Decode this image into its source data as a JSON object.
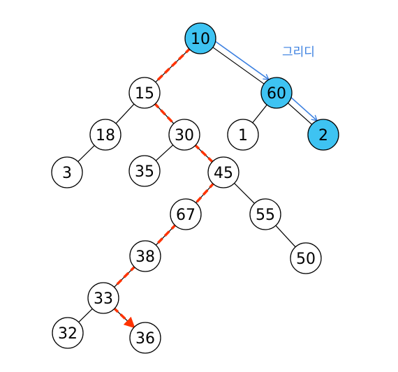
{
  "annotation": {
    "label": "그리디",
    "label_color": "#3a7fe0",
    "path_color": "#ff3300"
  },
  "colors": {
    "node_default": "#ffffff",
    "node_highlight": "#3ec3f2"
  },
  "nodes": [
    {
      "id": "n10",
      "label": "10",
      "highlight": true
    },
    {
      "id": "n15",
      "label": "15",
      "highlight": false
    },
    {
      "id": "n60",
      "label": "60",
      "highlight": true
    },
    {
      "id": "n18",
      "label": "18",
      "highlight": false
    },
    {
      "id": "n30",
      "label": "30",
      "highlight": false
    },
    {
      "id": "n1",
      "label": "1",
      "highlight": false
    },
    {
      "id": "n2",
      "label": "2",
      "highlight": true
    },
    {
      "id": "n3",
      "label": "3",
      "highlight": false
    },
    {
      "id": "n35",
      "label": "35",
      "highlight": false
    },
    {
      "id": "n45",
      "label": "45",
      "highlight": false
    },
    {
      "id": "n67",
      "label": "67",
      "highlight": false
    },
    {
      "id": "n55",
      "label": "55",
      "highlight": false
    },
    {
      "id": "n38",
      "label": "38",
      "highlight": false
    },
    {
      "id": "n50",
      "label": "50",
      "highlight": false
    },
    {
      "id": "n33",
      "label": "33",
      "highlight": false
    },
    {
      "id": "n32",
      "label": "32",
      "highlight": false
    },
    {
      "id": "n36",
      "label": "36",
      "highlight": false
    }
  ],
  "edges": [
    [
      "n10",
      "n15"
    ],
    [
      "n10",
      "n60"
    ],
    [
      "n15",
      "n18"
    ],
    [
      "n15",
      "n30"
    ],
    [
      "n60",
      "n1"
    ],
    [
      "n60",
      "n2"
    ],
    [
      "n18",
      "n3"
    ],
    [
      "n30",
      "n35"
    ],
    [
      "n30",
      "n45"
    ],
    [
      "n45",
      "n67"
    ],
    [
      "n45",
      "n55"
    ],
    [
      "n67",
      "n38"
    ],
    [
      "n55",
      "n50"
    ],
    [
      "n38",
      "n33"
    ],
    [
      "n33",
      "n32"
    ],
    [
      "n33",
      "n36"
    ]
  ],
  "max_path": [
    "n10",
    "n15",
    "n30",
    "n45",
    "n67",
    "n38",
    "n33",
    "n36"
  ],
  "greedy_path": [
    "n10",
    "n60",
    "n2"
  ]
}
